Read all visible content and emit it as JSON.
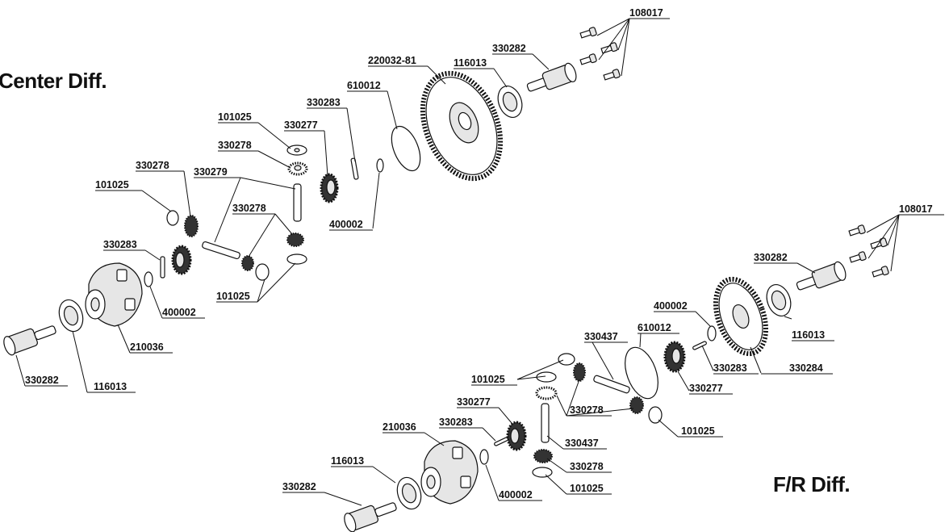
{
  "sections": {
    "center_title": "Center Diff.",
    "fr_title": "F/R Diff."
  },
  "labels": {
    "c_108017": "108017",
    "c_330282_top": "330282",
    "c_220032": "220032-81",
    "c_116013_top": "116013",
    "c_610012": "610012",
    "c_330283_top": "330283",
    "c_101025_a": "101025",
    "c_330277": "330277",
    "c_330278_a": "330278",
    "c_330278_b": "330278",
    "c_330279": "330279",
    "c_101025_b": "101025",
    "c_330278_c": "330278",
    "c_400002_top": "400002",
    "c_330283_mid": "330283",
    "c_101025_c": "101025",
    "c_400002_mid": "400002",
    "c_210036": "210036",
    "c_330282_bot": "330282",
    "c_116013_bot": "116013",
    "f_108017": "108017",
    "f_330282_top": "330282",
    "f_400002_top": "400002",
    "f_330437_a": "330437",
    "f_610012": "610012",
    "f_116013": "116013",
    "f_330283_a": "330283",
    "f_330284": "330284",
    "f_101025_a": "101025",
    "f_330277_a": "330277",
    "f_330278_a": "330278",
    "f_330277_b": "330277",
    "f_330283_b": "330283",
    "f_210036": "210036",
    "f_101025_b": "101025",
    "f_330437_b": "330437",
    "f_330278_b": "330278",
    "f_116013_bot": "116013",
    "f_330282_bot": "330282",
    "f_400002_bot": "400002",
    "f_101025_c": "101025"
  }
}
